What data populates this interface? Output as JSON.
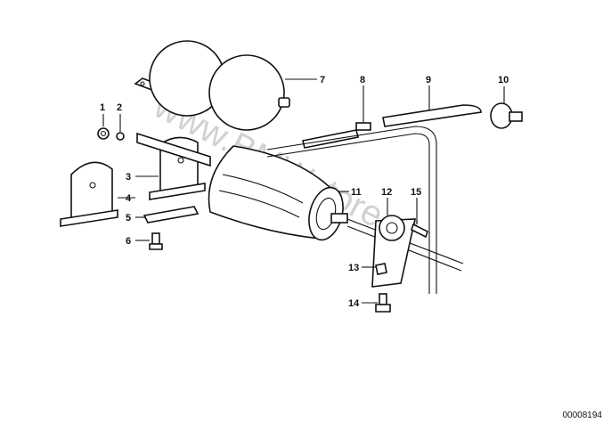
{
  "callouts": {
    "c1": "1",
    "c2": "2",
    "c3": "3",
    "c4": "4",
    "c5": "5",
    "c6": "6",
    "c7": "7",
    "c8": "8",
    "c9": "9",
    "c10": "10",
    "c11": "11",
    "c12": "12",
    "c13": "13",
    "c14": "14",
    "c15": "15"
  },
  "watermark": "www.BMWstore.pl",
  "diagram_code": "00008194"
}
